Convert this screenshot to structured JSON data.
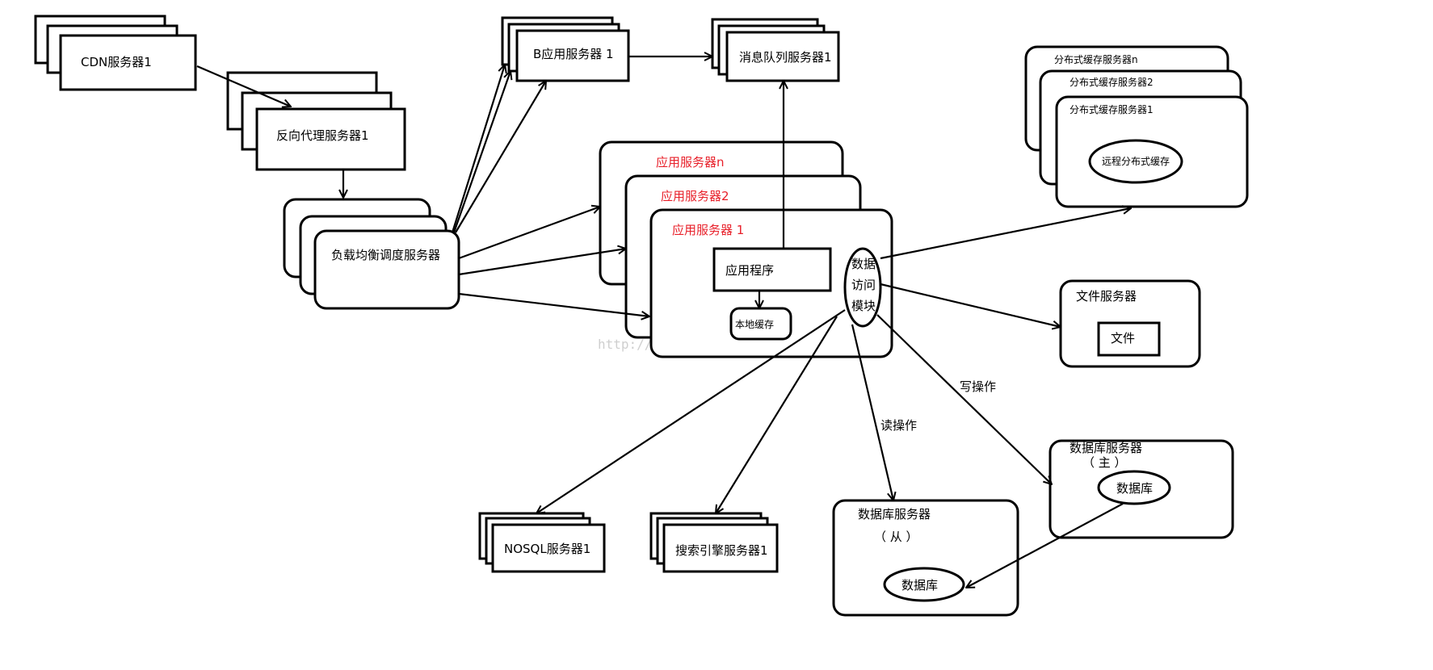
{
  "nodes": {
    "cdn": "CDN服务器1",
    "reverse_proxy": "反向代理服务器1",
    "load_balancer": "负载均衡调度服务器",
    "b_app_server": "B应用服务器 1",
    "message_queue": "消息队列服务器1",
    "app_server_n": "应用服务器n",
    "app_server_2": "应用服务器2",
    "app_server_1": "应用服务器 1",
    "app_program": "应用程序",
    "local_cache": "本地缓存",
    "data_access_lines": [
      "数据",
      "访问",
      "模块"
    ],
    "dist_cache_n": "分布式缓存服务器n",
    "dist_cache_2": "分布式缓存服务器2",
    "dist_cache_1": "分布式缓存服务器1",
    "remote_cache": "远程分布式缓存",
    "file_server": "文件服务器",
    "file": "文件",
    "nosql": "NOSQL服务器1",
    "search_engine": "搜索引擎服务器1",
    "db_master": "数据库服务器",
    "db_master_role": "（ 主 ）",
    "db_master_db": "数据库",
    "db_slave": "数据库服务器",
    "db_slave_role": "（ 从 ）",
    "db_slave_db": "数据库"
  },
  "edge_labels": {
    "read": "读操作",
    "write": "写操作"
  },
  "watermark": "http://blog.csdn.net/...",
  "colors": {
    "app_server_label": "#e8202a",
    "stroke": "#000000"
  }
}
